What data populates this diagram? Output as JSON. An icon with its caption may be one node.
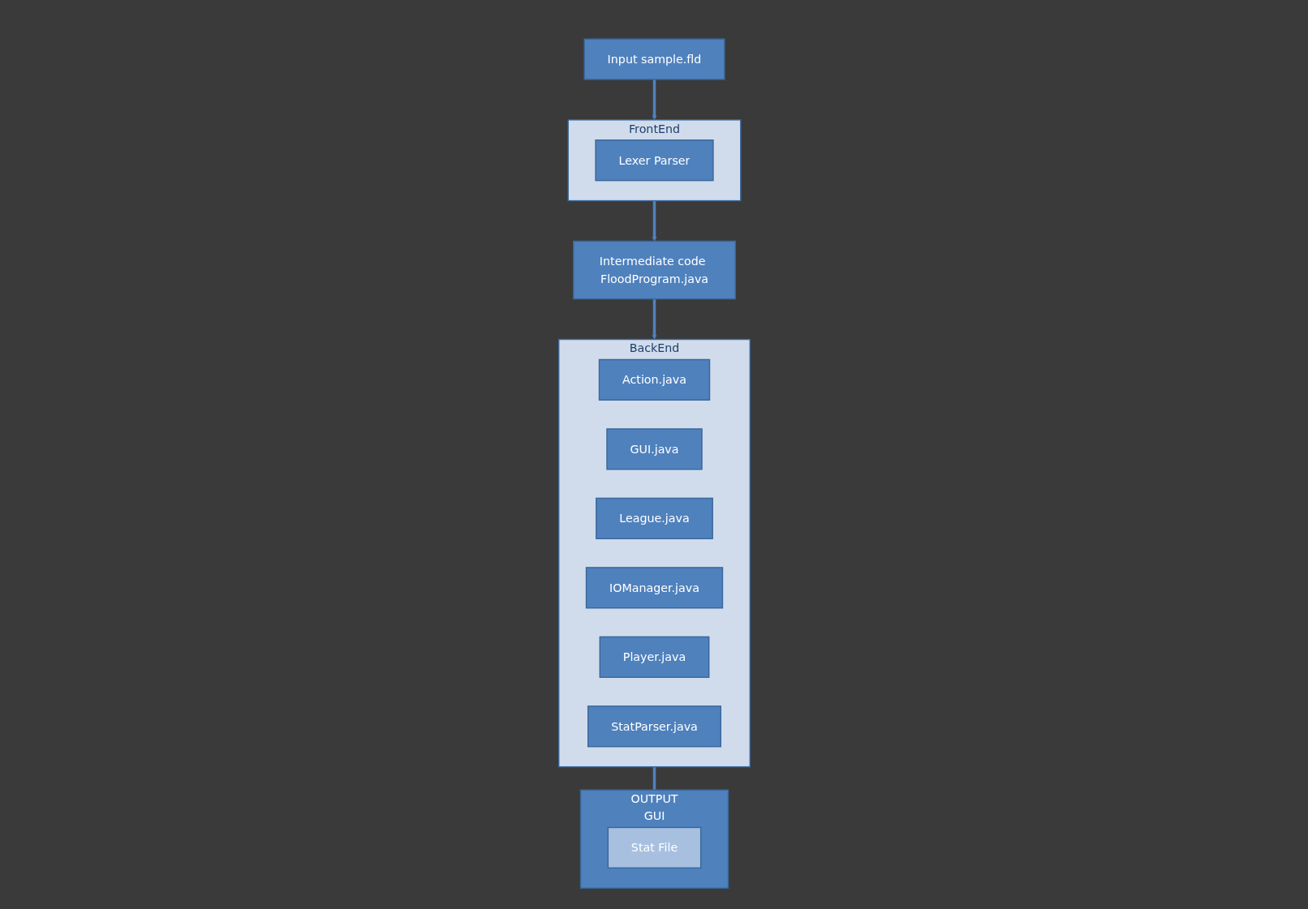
{
  "diagram": {
    "nodes": [
      {
        "text": [
          "Input sample.fld"
        ]
      },
      {
        "text": [
          "FrontEnd"
        ]
      },
      {
        "text": [
          "Lexer Parser"
        ],
        "in": 1
      },
      {
        "text": [
          "Intermediate code FloodProgram.java"
        ]
      },
      {
        "text": [
          "BackEnd"
        ]
      },
      {
        "text": [
          "Action.java"
        ],
        "in": 4
      },
      {
        "text": [
          "GUI.java"
        ],
        "in": 4
      },
      {
        "text": [
          "League.java"
        ],
        "in": 4
      },
      {
        "text": [
          "IOManager.java"
        ],
        "in": 4
      },
      {
        "text": [
          "Player.java"
        ],
        "in": 4
      },
      {
        "text": [
          "StatParser.java"
        ],
        "in": 4
      },
      {
        "text": [
          "OUTPUT",
          "GUI"
        ]
      },
      {
        "text": [
          "Stat File"
        ],
        "in": 11
      }
    ],
    "edges": [
      {
        "from": 0,
        "to": 1,
        "arrow": "to"
      },
      {
        "from": 1,
        "to": 3,
        "arrow": "to"
      },
      {
        "from": 3,
        "to": 4,
        "arrow": "to"
      },
      {
        "from": 4,
        "to": 11,
        "arrow": "to"
      }
    ]
  }
}
